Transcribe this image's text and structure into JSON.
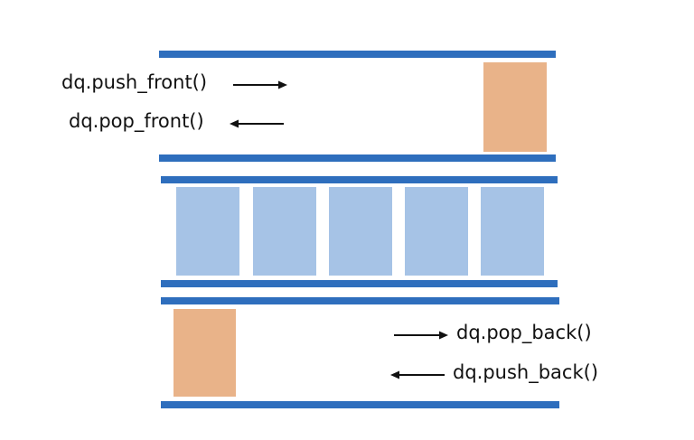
{
  "colors": {
    "rail": "#2E6EBD",
    "end_element": "#E9B389",
    "middle_element": "#A6C3E6",
    "arrow": "#111111"
  },
  "top_section": {
    "push_label": "dq.push_front()",
    "pop_label": "dq.pop_front()"
  },
  "middle_section": {
    "element_count": 5
  },
  "bottom_section": {
    "pop_label": "dq.pop_back()",
    "push_label": "dq.push_back()"
  }
}
